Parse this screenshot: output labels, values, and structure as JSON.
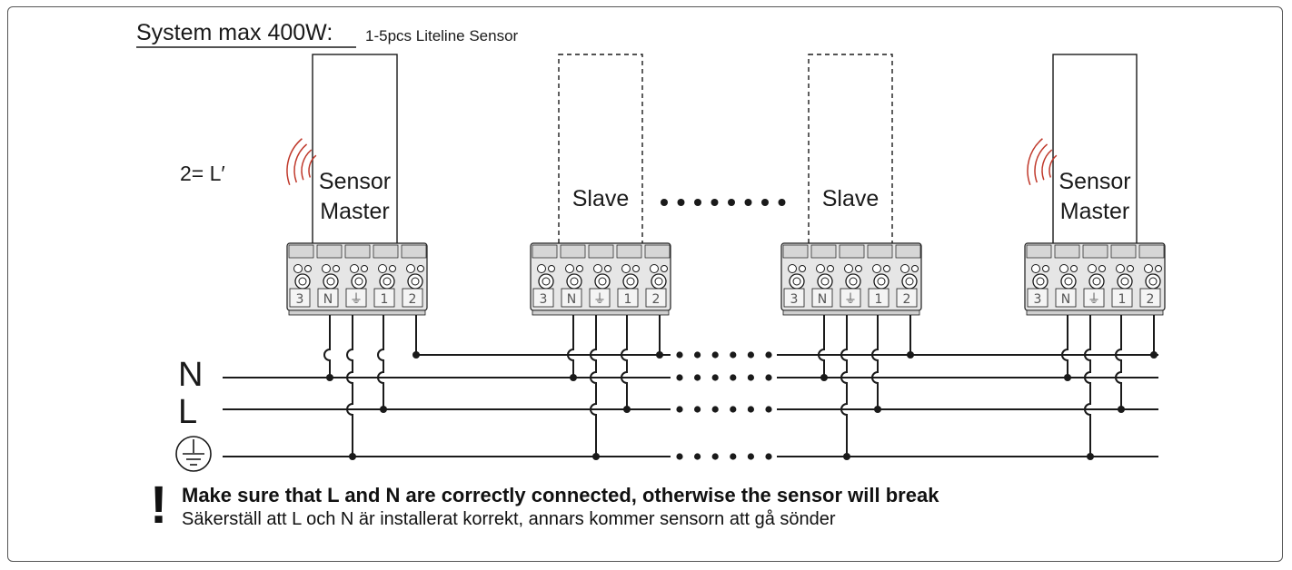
{
  "header": {
    "system_label": "System max 400W:",
    "system_note": "1-5pcs Liteline Sensor"
  },
  "side_label": "2= L′",
  "bus_labels": {
    "n": "N",
    "l": "L",
    "earth": "earth-symbol-icon"
  },
  "devices": [
    {
      "kind": "master",
      "line1": "Sensor",
      "line2": "Master",
      "style": "solid",
      "wireless": true
    },
    {
      "kind": "slave",
      "line1": "Slave",
      "line2": "",
      "style": "dashed",
      "wireless": false
    },
    {
      "kind": "slave",
      "line1": "Slave",
      "line2": "",
      "style": "dashed",
      "wireless": false
    },
    {
      "kind": "master",
      "line1": "Sensor",
      "line2": "Master",
      "style": "solid",
      "wireless": true
    }
  ],
  "terminal_labels": [
    "3",
    "N",
    "⏚",
    "1",
    "2"
  ],
  "warning": {
    "en": "Make sure that L and N are correctly connected, otherwise the sensor will break",
    "sv": "Säkerställ att L och N är installerat korrekt, annars kommer sensorn att gå sönder"
  },
  "colors": {
    "line": "#1a1a1a",
    "wireless": "#c0392b",
    "terminal": "#e6e6e6"
  }
}
